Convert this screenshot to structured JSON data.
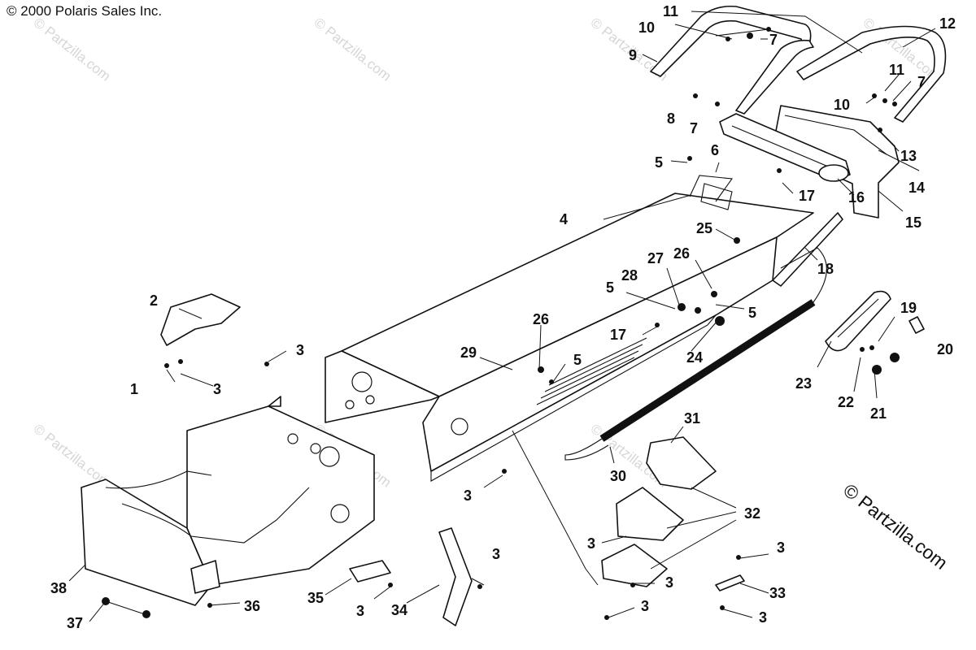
{
  "copyright": "© 2000 Polaris Sales Inc.",
  "brand_watermark": "© Partzilla.com",
  "faint_watermark": "© Partzilla.com",
  "callouts": {
    "c1": "1",
    "c2": "2",
    "c3a": "3",
    "c3b": "3",
    "c3c": "3",
    "c3d": "3",
    "c3e": "3",
    "c3f": "3",
    "c3g": "3",
    "c3h": "3",
    "c3i": "3",
    "c3j": "3",
    "c4": "4",
    "c5a": "5",
    "c5b": "5",
    "c5c": "5",
    "c5d": "5",
    "c6": "6",
    "c7a": "7",
    "c7b": "7",
    "c7c": "7",
    "c8": "8",
    "c9": "9",
    "c10a": "10",
    "c10b": "10",
    "c11a": "11",
    "c11b": "11",
    "c12": "12",
    "c13": "13",
    "c14": "14",
    "c15": "15",
    "c16": "16",
    "c17a": "17",
    "c17b": "17",
    "c18": "18",
    "c19": "19",
    "c20": "20",
    "c21": "21",
    "c22": "22",
    "c23": "23",
    "c24": "24",
    "c25": "25",
    "c26a": "26",
    "c26b": "26",
    "c27": "27",
    "c28": "28",
    "c29": "29",
    "c30": "30",
    "c31": "31",
    "c32": "32",
    "c33": "33",
    "c34": "34",
    "c35": "35",
    "c36": "36",
    "c37": "37",
    "c38": "38"
  }
}
